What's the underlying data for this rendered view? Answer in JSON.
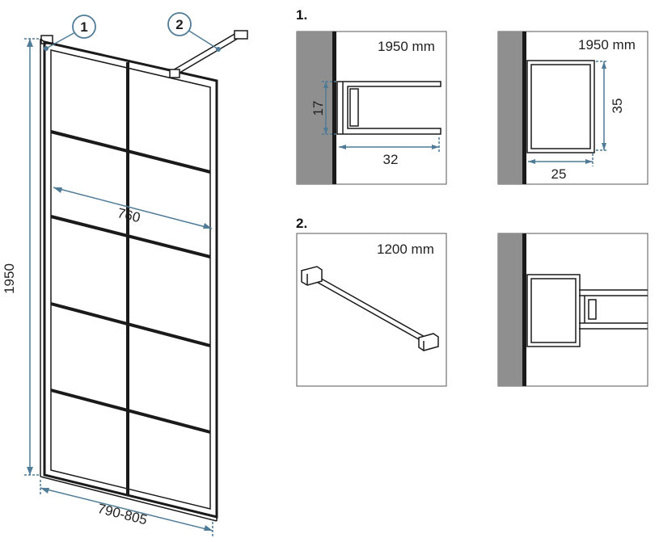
{
  "callouts": {
    "one": "1",
    "two": "2"
  },
  "main_view": {
    "height_label": "1950",
    "inner_width_label": "760",
    "outer_width_label": "790-805"
  },
  "section_1": {
    "heading": "1.",
    "detail_a": {
      "length_label": "1950 mm",
      "dim_height": "17",
      "dim_width": "32"
    },
    "detail_b": {
      "length_label": "1950 mm",
      "dim_height": "35",
      "dim_width": "25"
    }
  },
  "section_2": {
    "heading": "2.",
    "bar_length_label": "1200 mm"
  },
  "colors": {
    "dimension": "#4f7b96",
    "wall": "#8f8f8f",
    "frame": "#1a1a1a"
  }
}
